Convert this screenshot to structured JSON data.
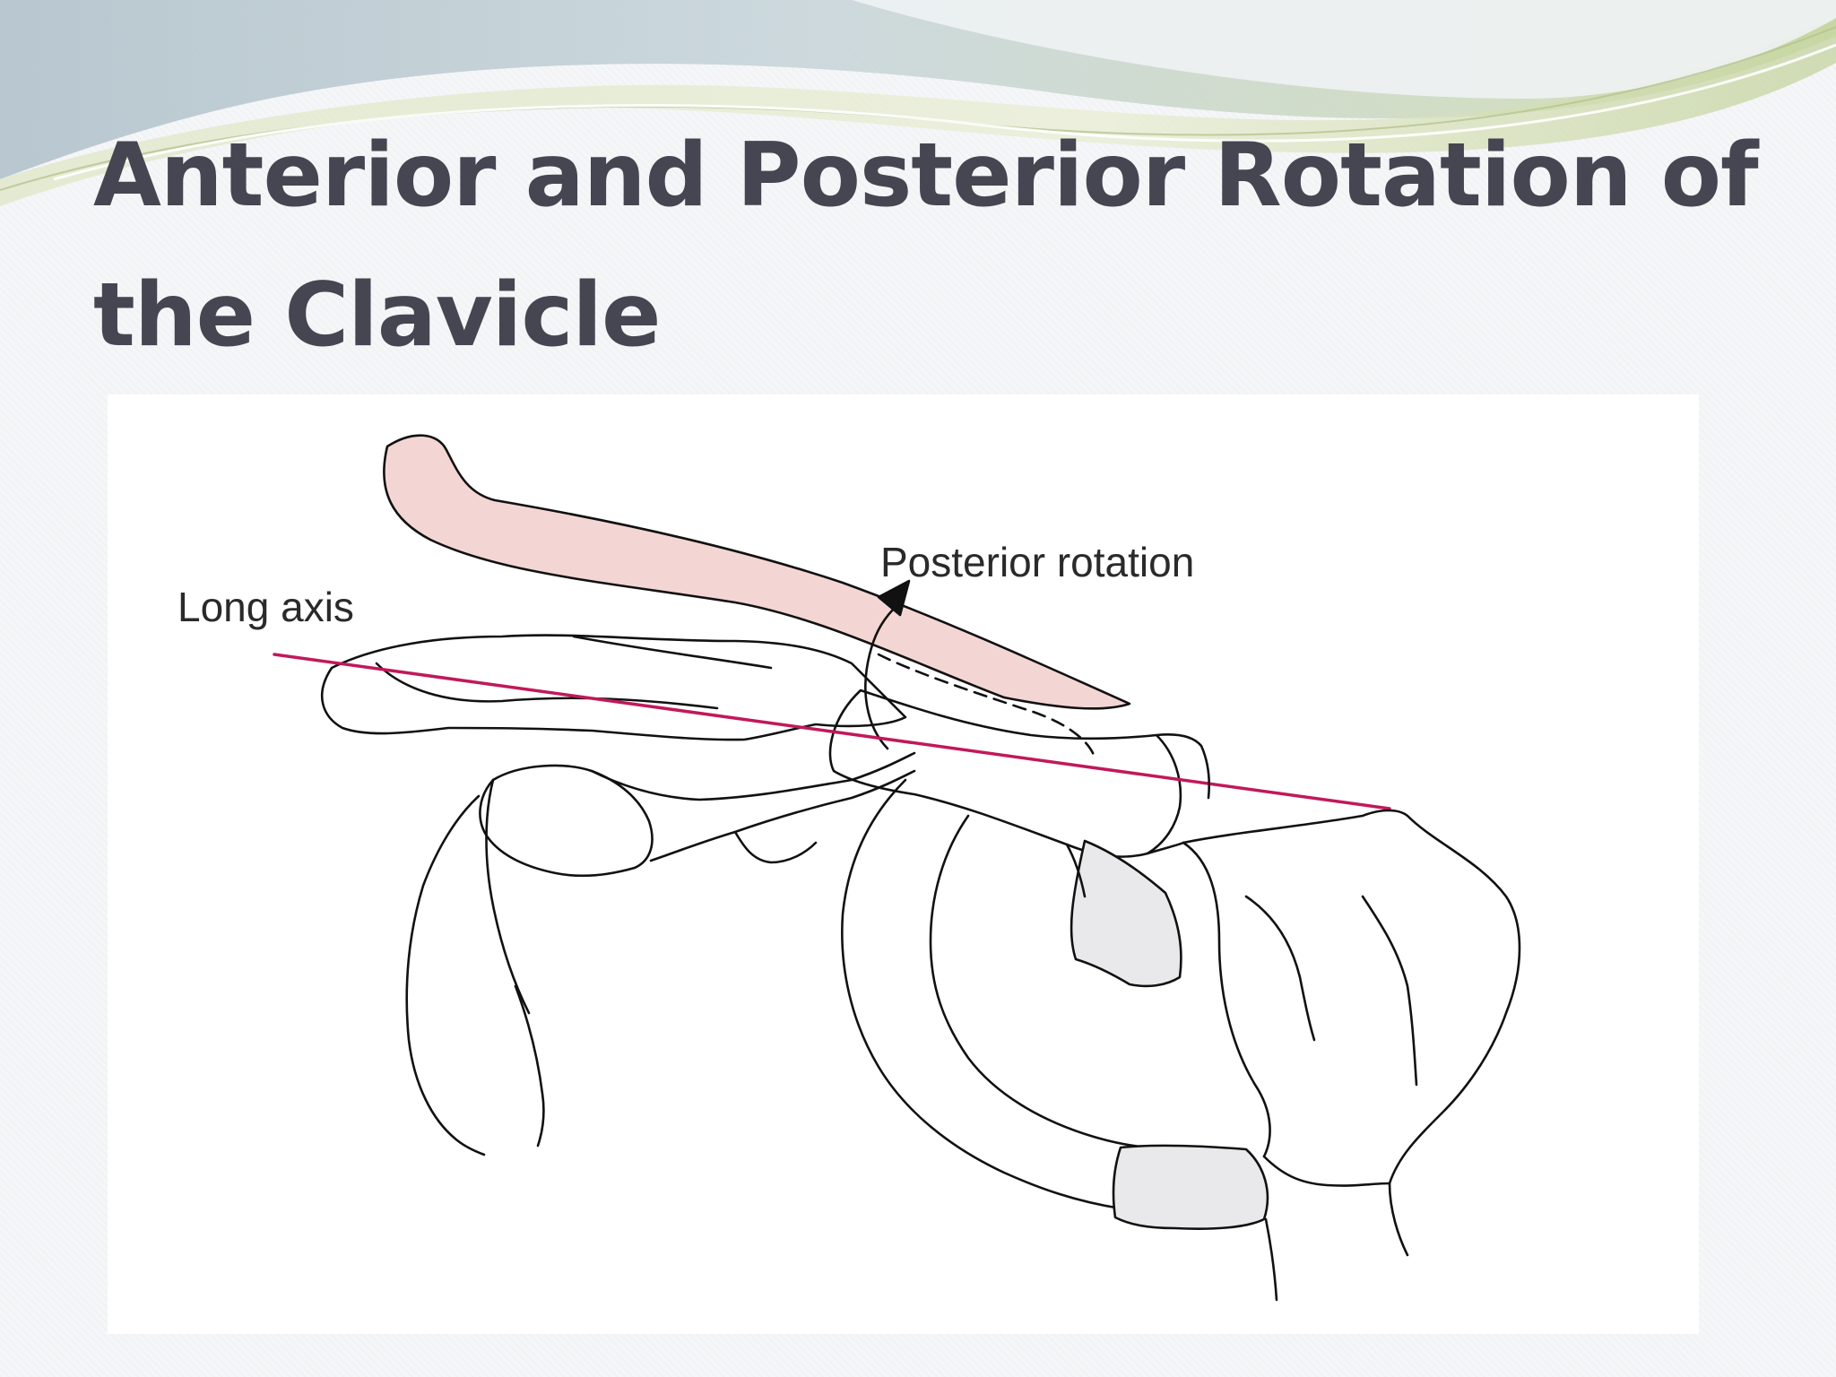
{
  "slide": {
    "title": "Anterior and Posterior Rotation of the Clavicle"
  },
  "figure": {
    "labels": {
      "long_axis": "Long axis",
      "posterior_rotation": "Posterior rotation"
    },
    "colors": {
      "long_axis_line": "#c2185b",
      "rotated_clavicle_fill": "#f3d6d3",
      "cartilage_fill": "#e9e9ec",
      "outline": "#111111"
    }
  },
  "theme": {
    "title_color": "#454651",
    "banner_green": "#cfdcab",
    "banner_blue": "#b9c9d3"
  }
}
